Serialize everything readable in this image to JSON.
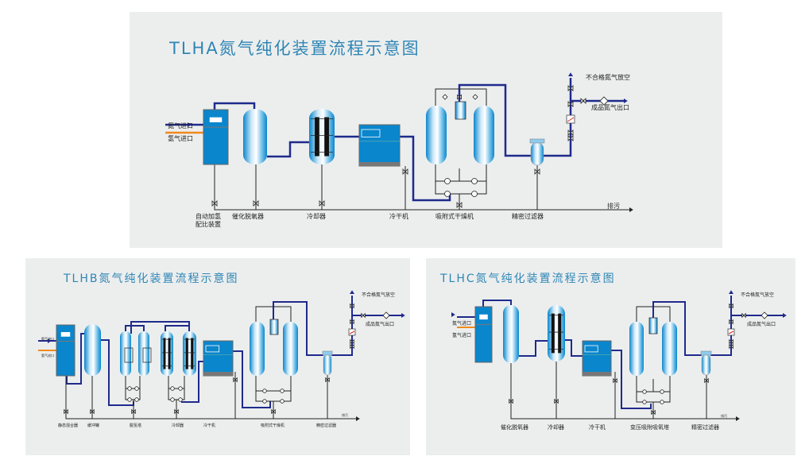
{
  "colors": {
    "panel_bg": "#eceeee",
    "title": "#2f86b5",
    "pipe": "#1f2a8c",
    "hydrogen": "#f08a1c",
    "equipment": "#0a86cc",
    "line": "#222222"
  },
  "panels": [
    {
      "title": "TLHA氮气纯化装置流程示意图",
      "inlet_n2": "氮气进口",
      "inlet_h2": "氢气进口",
      "vent": "不合格氮气放空",
      "product": "成品氮气出口",
      "drain": "排污",
      "labels": [
        "自动加氢",
        "配比装置",
        "催化脱氧器",
        "冷却器",
        "冷干机",
        "吸附式干燥机",
        "精密过滤器"
      ]
    },
    {
      "title": "TLHB氮气纯化装置流程示意图",
      "inlet_n2": "氮气进口",
      "inlet_h2": "氢气进口",
      "vent": "不合格氮气放空",
      "product": "成品氮气出口",
      "drain": "排污",
      "labels": [
        "静态混合器",
        "缓冲罐",
        "脱氢塔",
        "冷却器",
        "冷干机",
        "吸附式干燥机",
        "精密过滤器"
      ]
    },
    {
      "title": "TLHC氮气纯化装置流程示意图",
      "inlet_n2": "氮气进口",
      "inlet_h2": "氢气进口",
      "vent": "不合格氮气放空",
      "product": "成品氮气出口",
      "drain": "排污",
      "labels": [
        "催化脱氧器",
        "冷却器",
        "冷干机",
        "变压吸附吸氧塔",
        "精密过滤器"
      ]
    }
  ]
}
